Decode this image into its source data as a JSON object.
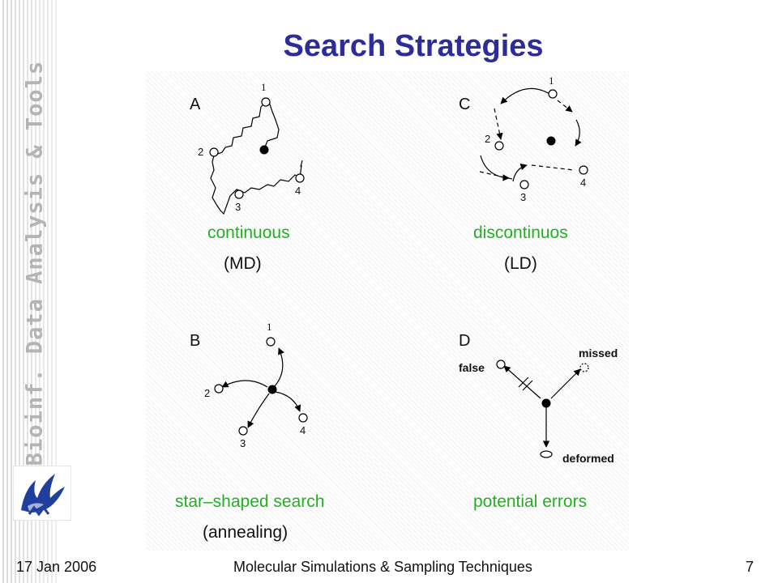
{
  "title": "Search Strategies",
  "sidebar": {
    "vertical_title": "Bioinf. Data Analysis & Tools"
  },
  "panels": {
    "a": {
      "letter": "A",
      "caption": "continuous",
      "sub": "(MD)",
      "points": [
        "1",
        "2",
        "3",
        "4"
      ]
    },
    "b": {
      "letter": "B",
      "caption": "star–shaped search",
      "sub": "(annealing)",
      "points": [
        "1",
        "2",
        "3",
        "4"
      ]
    },
    "c": {
      "letter": "C",
      "caption": "discontinuos",
      "sub": "(LD)",
      "points": [
        "1",
        "2",
        "3",
        "4"
      ]
    },
    "d": {
      "letter": "D",
      "caption": "potential errors",
      "labels": {
        "false": "false",
        "missed": "missed",
        "deformed": "deformed"
      }
    }
  },
  "footer": {
    "date": "17 Jan 2006",
    "course": "Molecular Simulations & Sampling Techniques",
    "page": "7"
  },
  "colors": {
    "title": "#2c2c9a",
    "caption": "#22b022",
    "sidebar_text": "#b4b4b4"
  }
}
